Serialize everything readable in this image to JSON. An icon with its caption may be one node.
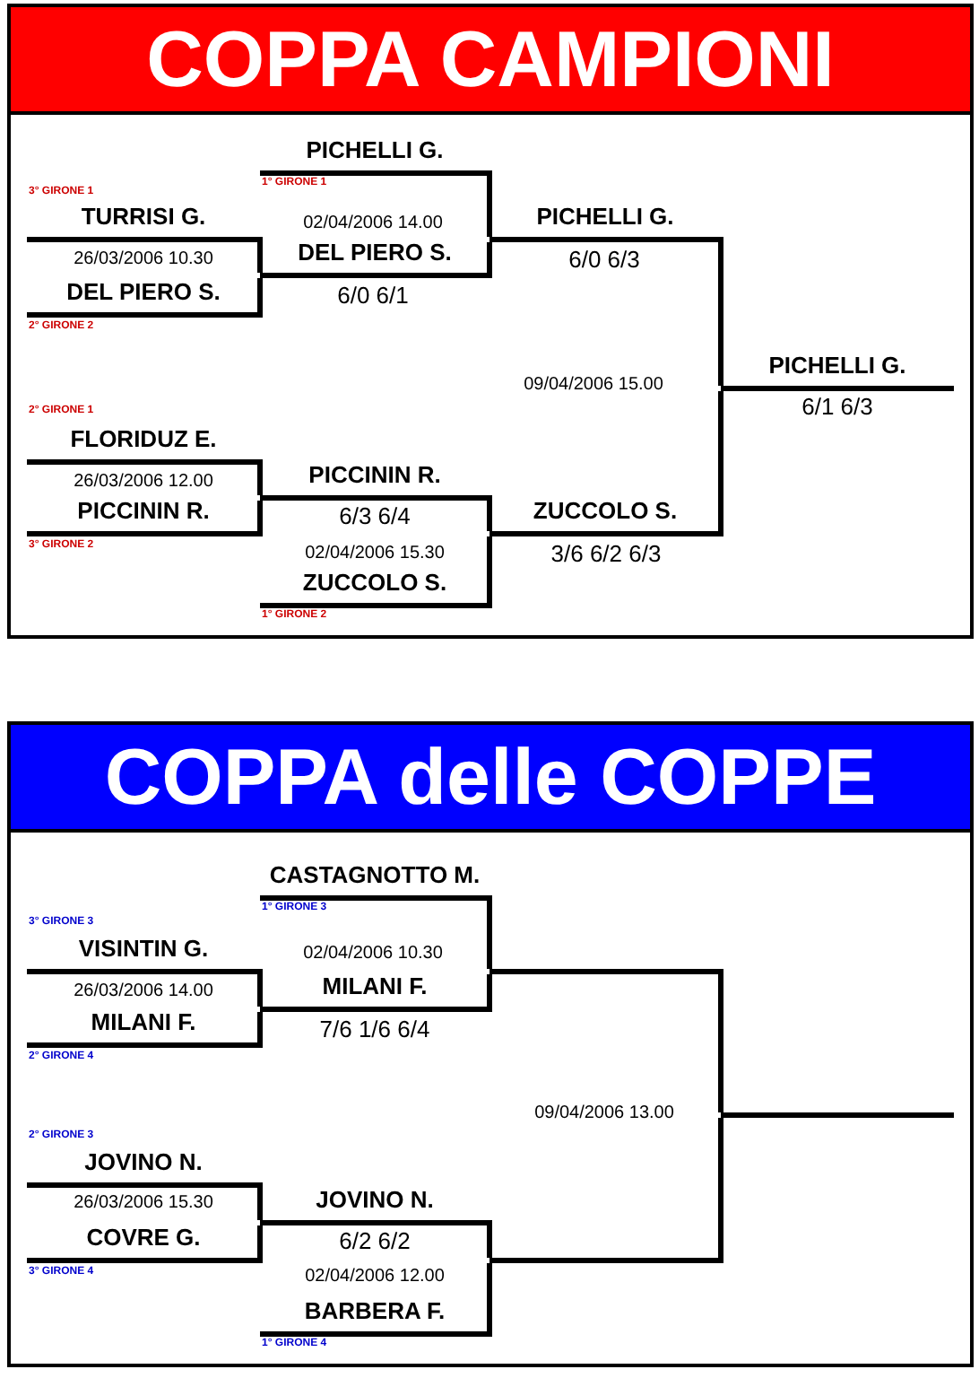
{
  "diagram": {
    "nodes": [
      {
        "text": [
          "COPPA CAMPIONI"
        ]
      },
      {
        "text": [
          "PICHELLI G."
        ],
        "in": 0,
        "beside": [
          "1° GIRONE 1"
        ]
      },
      {
        "text": [
          "TURRISI G."
        ],
        "in": 0,
        "beside": [
          "3° GIRONE 1"
        ]
      },
      {
        "text": [
          "DEL PIERO S."
        ],
        "in": 0,
        "beside": [
          "2° GIRONE 2"
        ]
      },
      {
        "text": [
          "DEL PIERO S."
        ],
        "in": 0,
        "beside": [
          "6/0  6/1"
        ]
      },
      {
        "text": [
          "PICHELLI G."
        ],
        "in": 0,
        "beside": [
          "6/0  6/3"
        ]
      },
      {
        "text": [
          "FLORIDUZ E."
        ],
        "in": 0,
        "beside": [
          "2° GIRONE 1"
        ]
      },
      {
        "text": [
          "PICCININ R."
        ],
        "in": 0,
        "beside": [
          "3° GIRONE 2"
        ]
      },
      {
        "text": [
          "PICCININ R."
        ],
        "in": 0,
        "beside": [
          "6/3  6/4"
        ]
      },
      {
        "text": [
          "ZUCCOLO S."
        ],
        "in": 0,
        "beside": [
          "1° GIRONE 2"
        ]
      },
      {
        "text": [
          "ZUCCOLO S."
        ],
        "in": 0,
        "beside": [
          "3/6  6/2  6/3"
        ]
      },
      {
        "text": [
          "PICHELLI G."
        ],
        "in": 0,
        "beside": [
          "6/1  6/3"
        ]
      },
      {
        "text": [
          "COPPA delle COPPE"
        ]
      },
      {
        "text": [
          "CASTAGNOTTO M."
        ],
        "in": 12,
        "beside": [
          "1° GIRONE 3"
        ]
      },
      {
        "text": [
          "VISINTIN G."
        ],
        "in": 12,
        "beside": [
          "3° GIRONE 3"
        ]
      },
      {
        "text": [
          "MILANI F."
        ],
        "in": 12,
        "beside": [
          "2° GIRONE 4"
        ]
      },
      {
        "text": [
          "MILANI F."
        ],
        "in": 12,
        "beside": [
          "7/6 1/6 6/4"
        ]
      },
      {
        "text": [],
        "shape": "line",
        "in": 12
      },
      {
        "text": [
          "JOVINO N."
        ],
        "in": 12,
        "beside": [
          "2° GIRONE 3"
        ]
      },
      {
        "text": [
          "COVRE G."
        ],
        "in": 12,
        "beside": [
          "3° GIRONE 4"
        ]
      },
      {
        "text": [
          "JOVINO N."
        ],
        "in": 12,
        "beside": [
          "6/2  6/2"
        ]
      },
      {
        "text": [
          "BARBERA F."
        ],
        "in": 12,
        "beside": [
          "1° GIRONE 4"
        ]
      },
      {
        "text": [],
        "shape": "line",
        "in": 12
      },
      {
        "text": [],
        "shape": "line",
        "in": 12
      }
    ],
    "edges": [
      {
        "from": 2,
        "to": 4,
        "arrow": "none"
      },
      {
        "from": 3,
        "to": 4,
        "arrow": "none"
      },
      {
        "from": 1,
        "to": 5,
        "arrow": "none"
      },
      {
        "from": 4,
        "to": 5,
        "arrow": "none"
      },
      {
        "from": 6,
        "to": 8,
        "arrow": "none"
      },
      {
        "from": 7,
        "to": 8,
        "arrow": "none"
      },
      {
        "from": 8,
        "to": 10,
        "arrow": "none"
      },
      {
        "from": 9,
        "to": 10,
        "arrow": "none"
      },
      {
        "from": 5,
        "to": 11,
        "arrow": "none"
      },
      {
        "from": 10,
        "to": 11,
        "arrow": "none"
      },
      {
        "from": 14,
        "to": 16,
        "arrow": "none"
      },
      {
        "from": 15,
        "to": 16,
        "arrow": "none"
      },
      {
        "from": 13,
        "to": 17,
        "arrow": "none"
      },
      {
        "from": 16,
        "to": 17,
        "arrow": "none"
      },
      {
        "from": 18,
        "to": 20,
        "arrow": "none"
      },
      {
        "from": 19,
        "to": 20,
        "arrow": "none"
      },
      {
        "from": 20,
        "to": 22,
        "arrow": "none"
      },
      {
        "from": 21,
        "to": 22,
        "arrow": "none"
      },
      {
        "from": 17,
        "to": 23,
        "arrow": "none"
      },
      {
        "from": 22,
        "to": 23,
        "arrow": "none"
      }
    ],
    "labels": [
      "02/04/2006 14.00",
      "26/03/2006 10.30",
      "09/04/2006 15.00",
      "26/03/2006 12.00",
      "02/04/2006 15.30",
      "02/04/2006 10.30",
      "26/03/2006 14.00",
      "09/04/2006 13.00",
      "26/03/2006 15.30",
      "02/04/2006 12.00"
    ]
  }
}
